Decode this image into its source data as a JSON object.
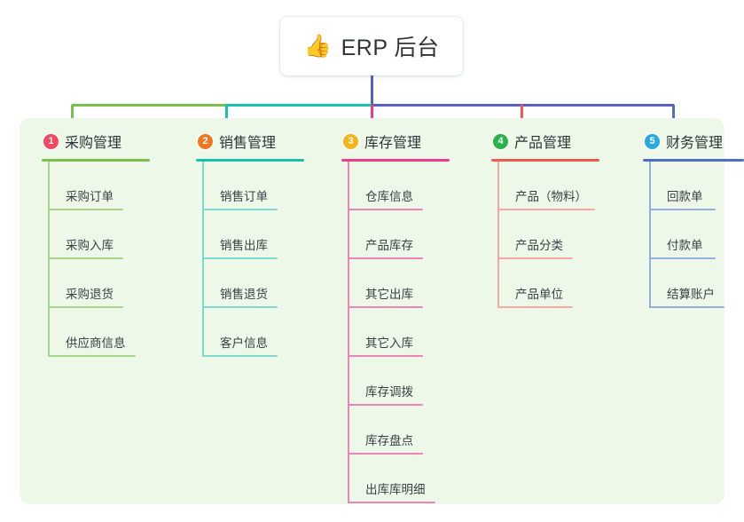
{
  "diagram": {
    "type": "org-tree",
    "title": "ERP 后台",
    "root": {
      "icon": "thumbs-up-icon",
      "glyph": "👍",
      "label": "ERP 后台"
    },
    "panel_background": "#edf8e8",
    "page_background": "#ffffff",
    "trunk_color": "#5a5fc7",
    "bus_segments": [
      {
        "color": "#7cbf4f",
        "note": "left segment"
      },
      {
        "color": "#17c2ad",
        "note": "middle-left segment"
      },
      {
        "color": "#5a5fc7",
        "note": "right segment"
      }
    ],
    "columns": [
      {
        "index": "1",
        "badge_label": "1",
        "badge_color": "#f4495e",
        "title": "采购管理",
        "line_color": "#7cbf4f",
        "item_line_color": "#a9d58c",
        "items": [
          "采购订单",
          "采购入库",
          "采购退货",
          "供应商信息"
        ]
      },
      {
        "index": "2",
        "badge_label": "2",
        "badge_color": "#f07820",
        "title": "销售管理",
        "line_color": "#17c2ad",
        "item_line_color": "#7fd8cd",
        "items": [
          "销售订单",
          "销售出库",
          "销售退货",
          "客户信息"
        ]
      },
      {
        "index": "3",
        "badge_label": "3",
        "badge_color": "#f5b418",
        "title": "库存管理",
        "line_color": "#ea3e8c",
        "item_line_color": "#ef85b6",
        "items": [
          "仓库信息",
          "产品库存",
          "其它出库",
          "其它入库",
          "库存调拨",
          "库存盘点",
          "出库库明细"
        ]
      },
      {
        "index": "4",
        "badge_label": "4",
        "badge_color": "#29b34a",
        "title": "产品管理",
        "line_color": "#f05a52",
        "item_line_color": "#f5a9a2",
        "items": [
          "产品（物料）",
          "产品分类",
          "产品单位"
        ]
      },
      {
        "index": "5",
        "badge_label": "5",
        "badge_color": "#2aa8e0",
        "title": "财务管理",
        "line_color": "#4f6fc6",
        "item_line_color": "#93aee0",
        "items": [
          "回款单",
          "付款单",
          "结算账户"
        ]
      }
    ]
  }
}
